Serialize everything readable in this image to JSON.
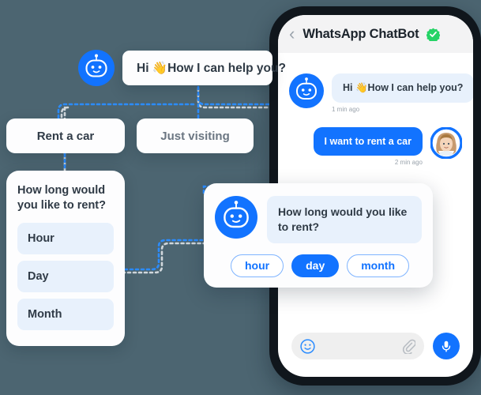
{
  "colors": {
    "background": "#4c6571",
    "accent_blue": "#1273ff",
    "bubble_light": "#e8f1fc",
    "verified_green": "#25d366",
    "card_white": "#fdfdfe",
    "text_dark": "#2f3a45",
    "text_muted": "#9aa3ac"
  },
  "flow": {
    "bot_avatar_icon": "bot-avatar-icon",
    "greeting": "Hi 👋How I can help you?",
    "choices": [
      {
        "label": "Rent a car",
        "state": "selected"
      },
      {
        "label": "Just visiting",
        "state": "default"
      }
    ],
    "duration_card": {
      "question": "How long would you like to rent?",
      "options": [
        "Hour",
        "Day",
        "Month"
      ]
    }
  },
  "phone": {
    "header": {
      "back_icon": "chevron-left-icon",
      "title": "WhatsApp ChatBot",
      "verified_icon": "verified-badge-icon"
    },
    "messages": [
      {
        "direction": "in",
        "avatar_icon": "bot-avatar-icon",
        "text": "Hi 👋How I can help you?",
        "timestamp": "1 min ago"
      },
      {
        "direction": "out",
        "avatar_icon": "user-avatar-icon",
        "text": "I want to rent a car",
        "timestamp": "2 min ago"
      }
    ],
    "input_bar": {
      "emoji_icon": "emoji-smiley-icon",
      "attach_icon": "paperclip-icon",
      "mic_icon": "microphone-icon",
      "placeholder": ""
    }
  },
  "bot_card": {
    "avatar_icon": "bot-avatar-icon",
    "message": "How long would you like to rent?",
    "pills": [
      {
        "label": "hour",
        "active": false
      },
      {
        "label": "day",
        "active": true
      },
      {
        "label": "month",
        "active": false
      }
    ]
  }
}
